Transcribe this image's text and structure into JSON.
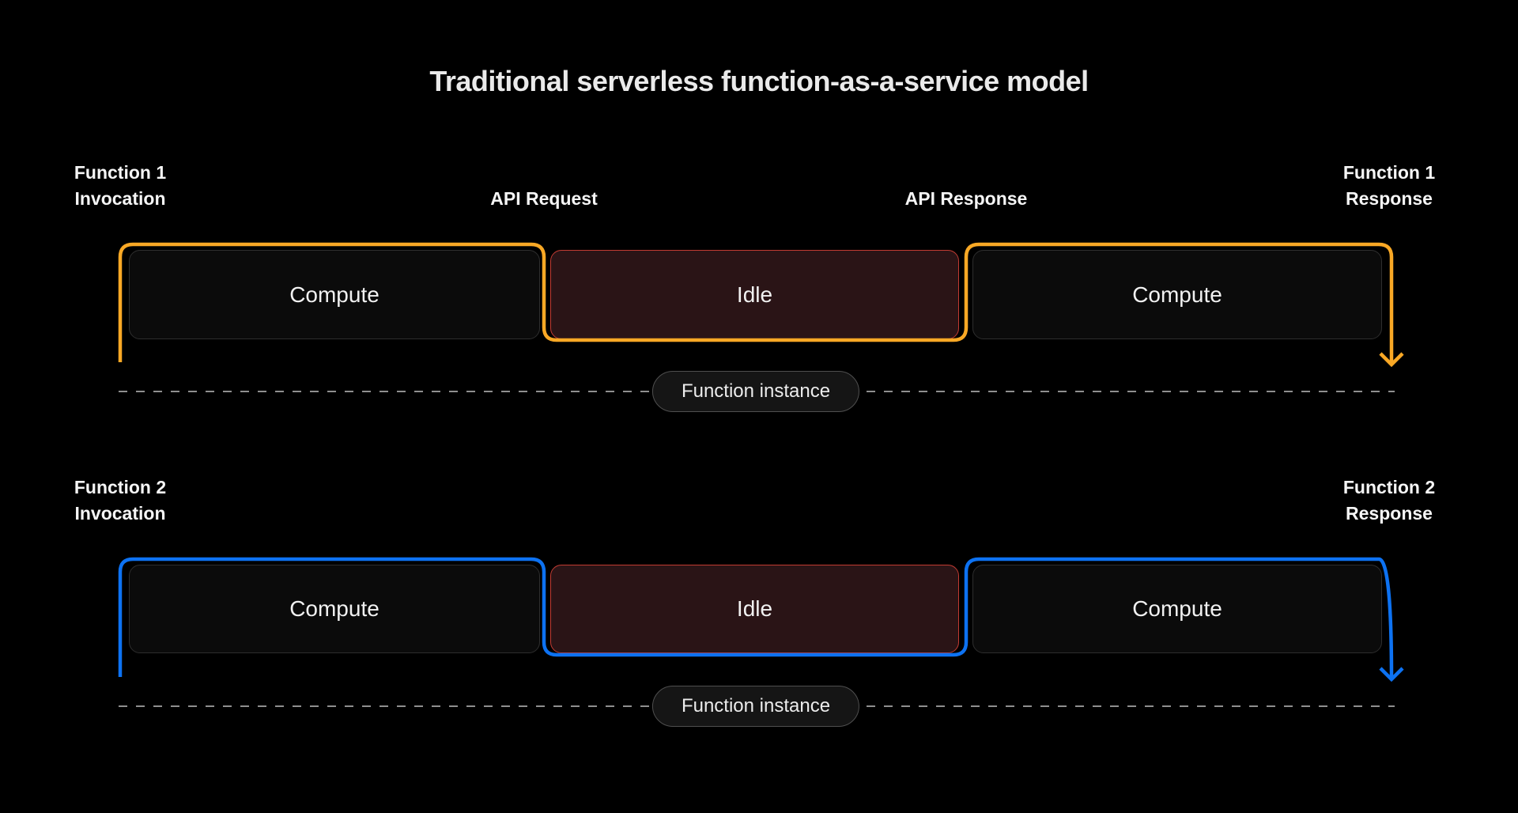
{
  "title": "Traditional serverless function-as-a-service model",
  "colors": {
    "background": "#000000",
    "accent_orange": "#F9A825",
    "accent_blue": "#0D72F2",
    "box_bg": "#0B0B0B",
    "box_border": "#2E2E2E",
    "idle_bg": "#2A1416",
    "idle_border": "#C23B32",
    "dash": "#8F8F8F",
    "pill_bg": "#151515",
    "pill_border": "#4F4F4F"
  },
  "rows": [
    {
      "labels": {
        "start_line1": "Function 1",
        "start_line2": "Invocation",
        "request": "API Request",
        "response": "API Response",
        "end_line1": "Function 1",
        "end_line2": "Response"
      },
      "boxes": [
        {
          "label": "Compute",
          "state": "compute"
        },
        {
          "label": "Idle",
          "state": "idle"
        },
        {
          "label": "Compute",
          "state": "compute"
        }
      ],
      "instance_label": "Function instance"
    },
    {
      "labels": {
        "start_line1": "Function 2",
        "start_line2": "Invocation",
        "end_line1": "Function 2",
        "end_line2": "Response"
      },
      "boxes": [
        {
          "label": "Compute",
          "state": "compute"
        },
        {
          "label": "Idle",
          "state": "idle"
        },
        {
          "label": "Compute",
          "state": "compute"
        }
      ],
      "instance_label": "Function instance"
    }
  ]
}
